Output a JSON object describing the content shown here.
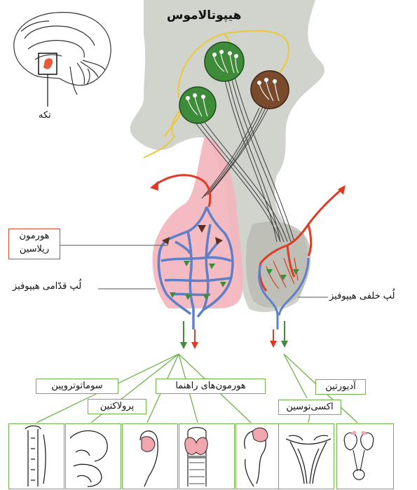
{
  "labels": {
    "hypothalamus": "هیپوتالاموس",
    "brain_section": "تکه",
    "releasing_hormone_line1": "هورمون",
    "releasing_hormone_line2": "ریلاسین",
    "anterior_pituitary": "لُپ قدّامی هیپوفیز",
    "posterior_pituitary": "لُپ خلفی هیپوفیز"
  },
  "hormone_boxes": {
    "somatotropin": "سوماتوتروپین",
    "prolactin": "پرولاکتین",
    "guide_hormones": "هورمون‌های راهنما",
    "adiuretin": "آدیورتین",
    "oxytocin": "اکسی‌توسین"
  },
  "colors": {
    "green_box_border": "#6fb24a",
    "artery_red": "#e23a22",
    "vein_blue": "#5f7fc8",
    "hypothalamus_gray": "#c9cbc4",
    "anterior_lobe_pink": "#f4b4bd",
    "neuron_green": "#3e8c3a",
    "neuron_brown": "#7a4a2c",
    "axon_yellow": "#e9c93a"
  }
}
